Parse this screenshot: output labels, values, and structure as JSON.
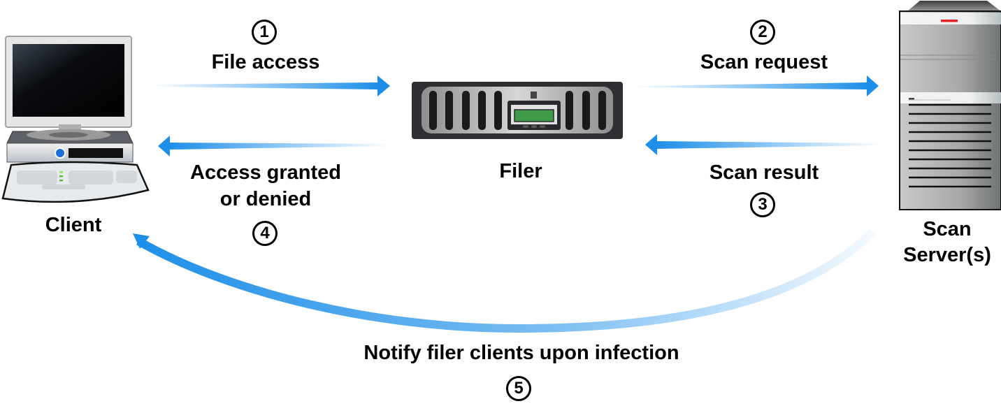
{
  "nodes": {
    "client": {
      "label": "Client"
    },
    "filer": {
      "label": "Filer"
    },
    "scan_server": {
      "label_line1": "Scan",
      "label_line2": "Server(s)"
    }
  },
  "steps": [
    {
      "number": "1",
      "label": "File access",
      "from": "client",
      "to": "filer"
    },
    {
      "number": "2",
      "label": "Scan request",
      "from": "filer",
      "to": "scan_server"
    },
    {
      "number": "3",
      "label": "Scan result",
      "from": "scan_server",
      "to": "filer"
    },
    {
      "number": "4",
      "label_line1": "Access granted",
      "label_line2": "or denied",
      "from": "filer",
      "to": "client"
    },
    {
      "number": "5",
      "label": "Notify filer clients upon infection",
      "from": "scan_server",
      "to": "client"
    }
  ],
  "colors": {
    "arrow": "#1e8fe8",
    "arrow_fade": "#ffffff",
    "text": "#000000",
    "server_led": "#e8202a",
    "filer_lcd": "#3f9a4a"
  }
}
